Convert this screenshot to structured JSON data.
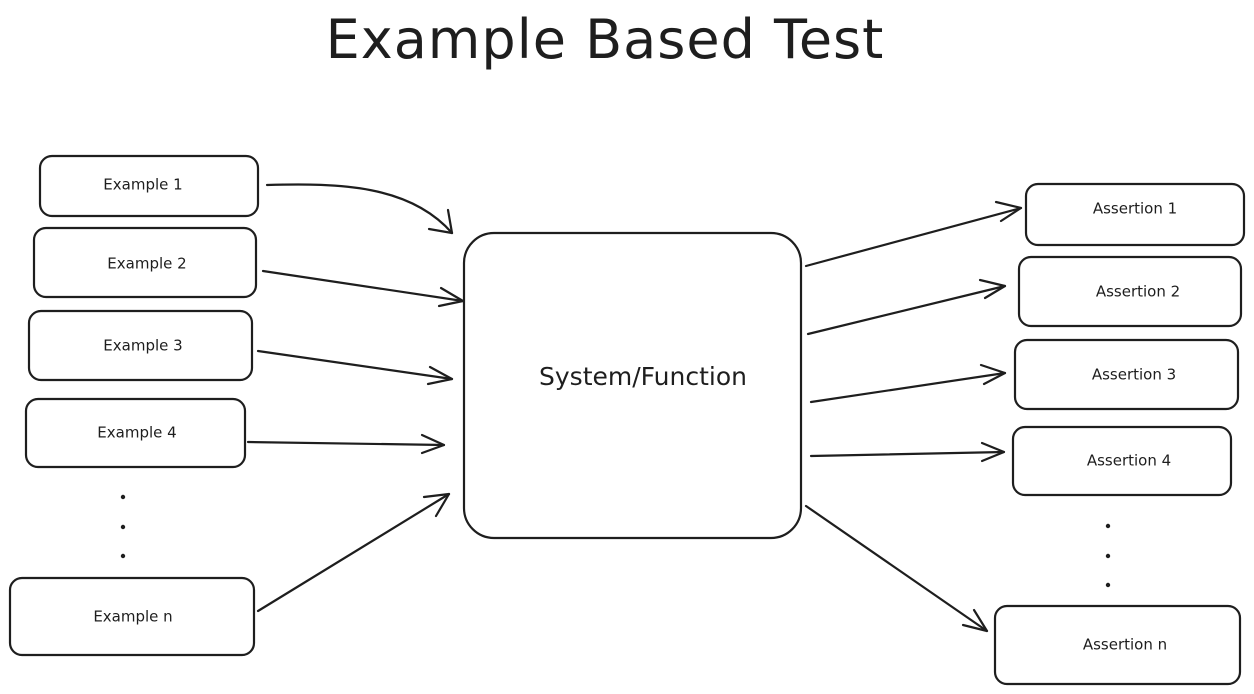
{
  "title": "Example Based Test",
  "examples": [
    "Example 1",
    "Example 2",
    "Example 3",
    "Example 4",
    "Example n"
  ],
  "system": "System/Function",
  "assertions": [
    "Assertion 1",
    "Assertion 2",
    "Assertion 3",
    "Assertion 4",
    "Assertion n"
  ],
  "colors": {
    "stroke": "#1e1e1e",
    "background": "#ffffff"
  }
}
